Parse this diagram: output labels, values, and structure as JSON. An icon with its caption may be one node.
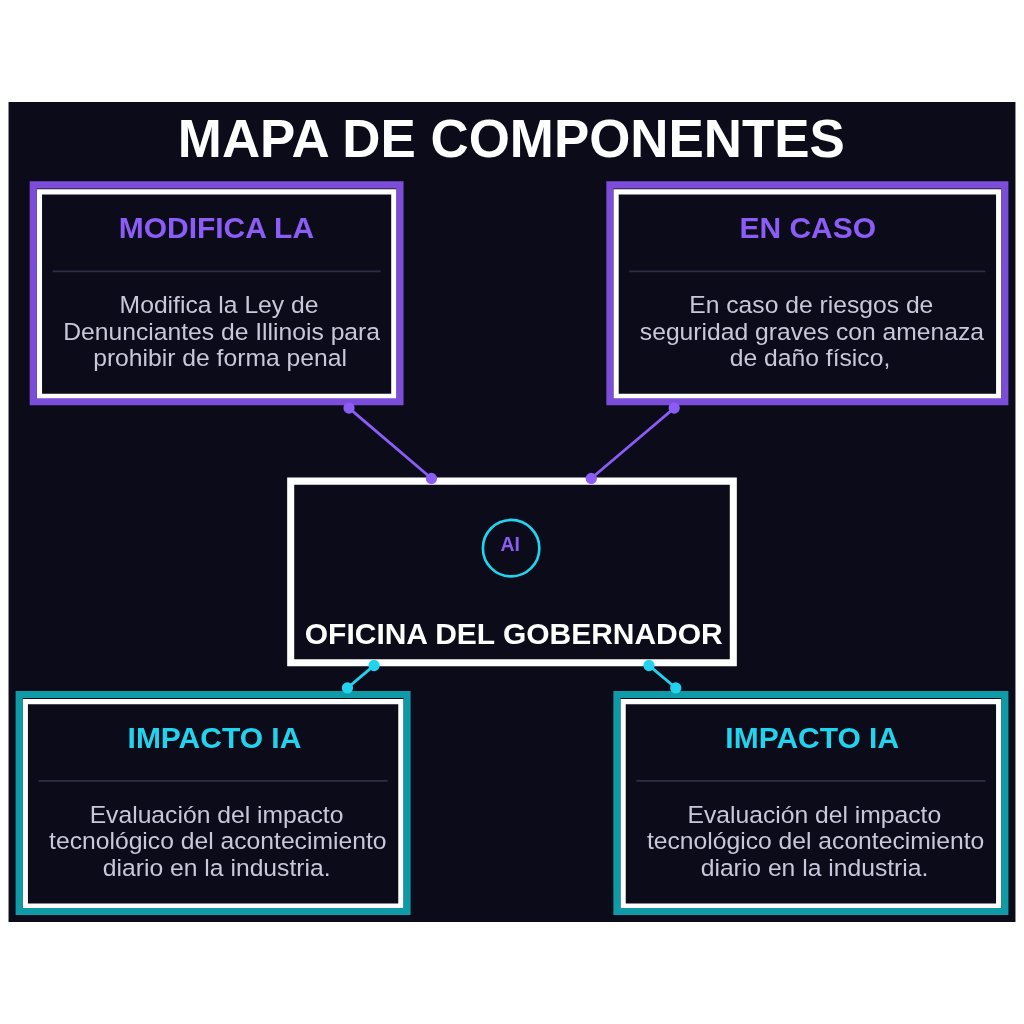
{
  "diagram": {
    "title": "MAPA DE COMPONENTES",
    "nodes": [
      {
        "text": [
          "MODIFICA LA",
          "Modifica la Ley de Denunciantes de Illinois para prohibir de forma penal"
        ]
      },
      {
        "text": [
          "EN CASO",
          "En caso de riesgos de seguridad graves con amenaza de daño físico,"
        ]
      },
      {
        "text": [
          "OFICINA DEL GOBERNADOR"
        ]
      },
      {
        "text": [
          "AI"
        ],
        "in": 2
      },
      {
        "text": [
          "IMPACTO IA",
          "Evaluación del impacto tecnológico del acontecimiento diario en la industria."
        ]
      },
      {
        "text": [
          "IMPACTO IA",
          "Evaluación del impacto tecnológico del acontecimiento diario en la industria."
        ]
      }
    ],
    "edges": [
      {
        "from": 0,
        "to": 2,
        "arrow": "other",
        "color": "#8b5cf6"
      },
      {
        "from": 1,
        "to": 2,
        "arrow": "other",
        "color": "#8b5cf6"
      },
      {
        "from": 2,
        "to": 4,
        "arrow": "other",
        "color": "#22d3ee"
      },
      {
        "from": 2,
        "to": 5,
        "arrow": "other",
        "color": "#22d3ee"
      }
    ]
  }
}
